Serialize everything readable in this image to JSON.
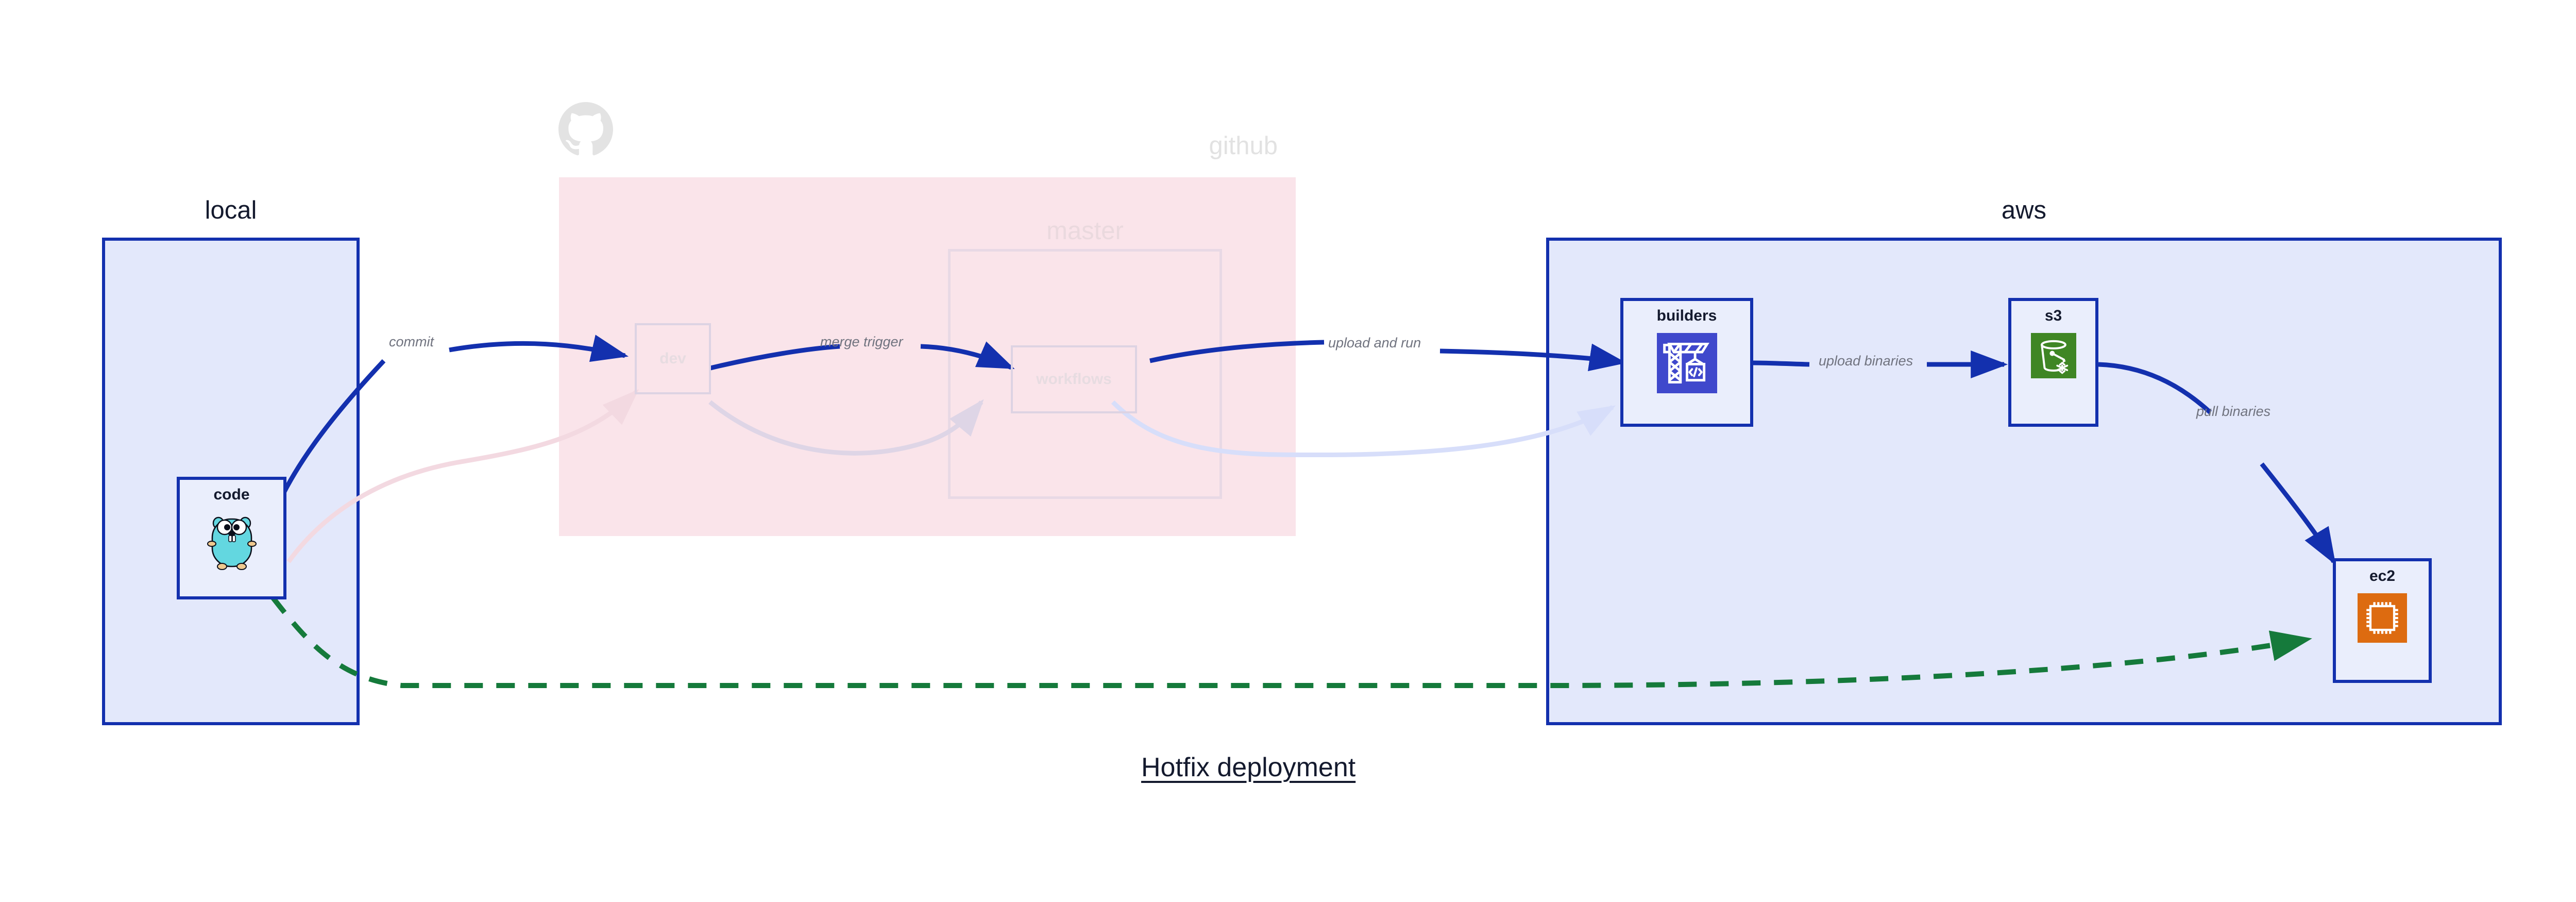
{
  "diagram": {
    "title": "Hotfix deployment",
    "background": "#ffffff"
  },
  "colors": {
    "accent_blue": "#1330ae",
    "group_local_fill": "#e3e8fb",
    "group_aws_fill": "#e3e8fb",
    "group_github_fill": "#fae4ea",
    "node_fill": "#eaeefc",
    "edge_active": "#1330ae",
    "edge_dashed_green": "#157a3b",
    "edge_ghost_pink": "#f6dde3",
    "edge_ghost_blue": "#dde3f8",
    "label_text": "#70737f",
    "title_text": "#141a2e",
    "ghost_text": "#e2e2e2",
    "icon_codebuild_bg": "#3f48cc",
    "icon_s3_bg": "#3f8624",
    "icon_ec2_bg": "#dd6b10",
    "gopher_body": "#63d7e0"
  },
  "groups": [
    {
      "id": "local",
      "label": "local",
      "ghost": false
    },
    {
      "id": "github",
      "label": "github",
      "ghost": true
    },
    {
      "id": "master",
      "label": "master",
      "ghost": true
    },
    {
      "id": "aws",
      "label": "aws",
      "ghost": false
    }
  ],
  "nodes": [
    {
      "id": "code",
      "label": "code",
      "icon": "go-gopher-icon",
      "ghost": false
    },
    {
      "id": "dev",
      "label": "dev",
      "icon": "none",
      "ghost": true
    },
    {
      "id": "workflows",
      "label": "workflows",
      "icon": "none",
      "ghost": true
    },
    {
      "id": "builders",
      "label": "builders",
      "icon": "aws-codebuild-icon",
      "ghost": false
    },
    {
      "id": "s3",
      "label": "s3",
      "icon": "aws-s3-bucket-icon",
      "ghost": false
    },
    {
      "id": "ec2",
      "label": "ec2",
      "icon": "aws-ec2-chip-icon",
      "ghost": false
    }
  ],
  "edges": [
    {
      "id": "commit",
      "label": "commit",
      "from": "code",
      "to": "dev",
      "style": "solid",
      "color": "#1330ae",
      "ghost": false
    },
    {
      "id": "merge-trigger",
      "label": "merge trigger",
      "from": "dev",
      "to": "workflows",
      "style": "solid",
      "color": "#1330ae",
      "ghost": false
    },
    {
      "id": "upload-and-run",
      "label": "upload and run",
      "from": "workflows",
      "to": "builders",
      "style": "solid",
      "color": "#1330ae",
      "ghost": false
    },
    {
      "id": "upload-binaries",
      "label": "upload binaries",
      "from": "builders",
      "to": "s3",
      "style": "solid",
      "color": "#1330ae",
      "ghost": false
    },
    {
      "id": "pull-binaries",
      "label": "pull binaries",
      "from": "s3",
      "to": "ec2",
      "style": "solid",
      "color": "#1330ae",
      "ghost": false
    },
    {
      "id": "hotfix-direct",
      "label": "",
      "from": "code",
      "to": "ec2",
      "style": "dashed",
      "color": "#157a3b",
      "ghost": false
    },
    {
      "id": "ghost-commit",
      "label": "",
      "from": "code",
      "to": "dev",
      "style": "solid",
      "color": "#f6dde3",
      "ghost": true
    },
    {
      "id": "ghost-merge",
      "label": "",
      "from": "dev",
      "to": "workflows",
      "style": "solid",
      "color": "#e3dce8",
      "ghost": true
    },
    {
      "id": "ghost-upload",
      "label": "",
      "from": "workflows",
      "to": "builders",
      "style": "solid",
      "color": "#dde3f8",
      "ghost": true
    }
  ],
  "icons": {
    "github": "github-octocat-icon",
    "code": "go-gopher-icon",
    "builders": "aws-codebuild-icon",
    "s3": "aws-s3-bucket-icon",
    "ec2": "aws-ec2-chip-icon"
  }
}
